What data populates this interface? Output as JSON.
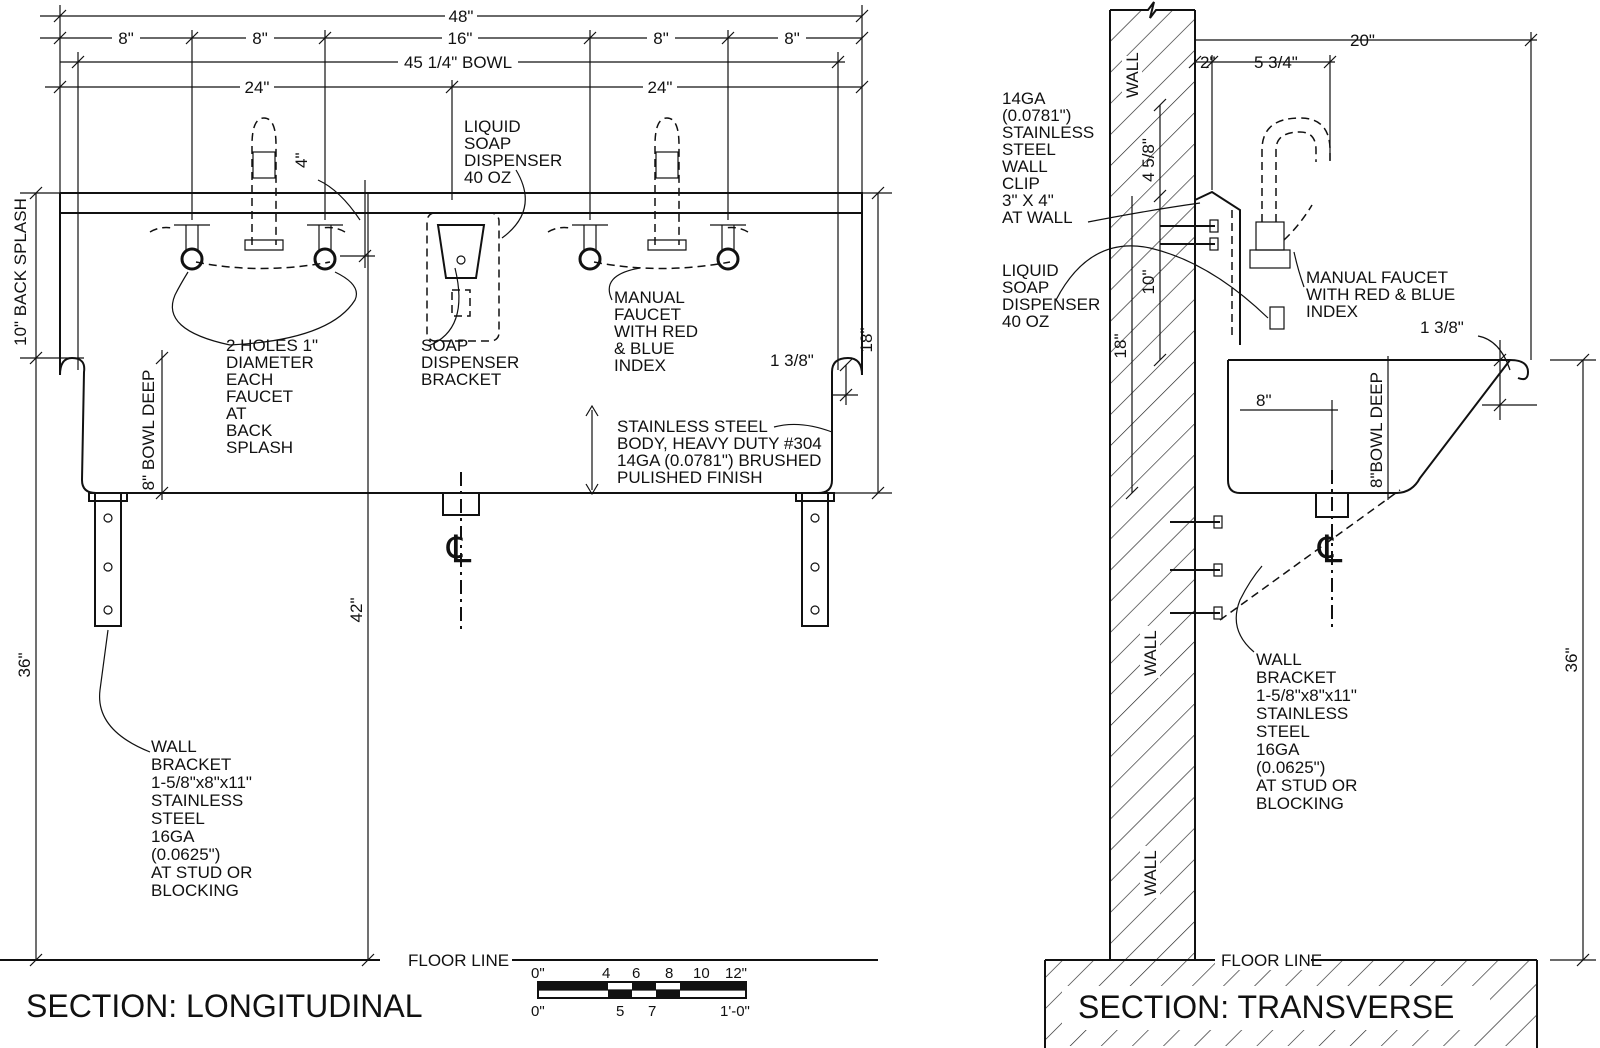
{
  "longitudinal": {
    "title": "SECTION: LONGITUDINAL",
    "dims": {
      "overall": "48\"",
      "seg1": "8\"",
      "seg2": "8\"",
      "seg_center": "16\"",
      "seg3": "8\"",
      "seg4": "8\"",
      "bowl": "45 1/4\" BOWL",
      "half_left": "24\"",
      "half_right": "24\"",
      "back_splash": "10\" BACK SPLASH",
      "faucet_offset": "4\"",
      "bowl_deep": "8\" BOWL DEEP",
      "right_height": "18\"",
      "rim": "1 3/8\"",
      "height_42": "42\"",
      "height_36": "36\""
    },
    "notes": {
      "soap": [
        "LIQUID",
        "SOAP",
        "DISPENSER",
        "40 OZ"
      ],
      "holes": [
        "2 HOLES 1\"",
        "DIAMETER",
        "EACH",
        "FAUCET",
        "AT",
        "BACK",
        "SPLASH"
      ],
      "soap_bracket": [
        "SOAP",
        "DISPENSER",
        "BRACKET"
      ],
      "faucet": [
        "MANUAL",
        "FAUCET",
        "WITH RED",
        "& BLUE",
        "INDEX"
      ],
      "body": [
        "STAINLESS STEEL",
        "BODY, HEAVY DUTY #304",
        "14GA (0.0781\") BRUSHED",
        "PULISHED FINISH"
      ],
      "bracket": [
        "WALL",
        "BRACKET",
        "1-5/8\"x8\"x11\"",
        "STAINLESS",
        "STEEL",
        "16GA",
        "(0.0625\")",
        "AT STUD OR",
        "BLOCKING"
      ]
    },
    "floor_line": "FLOOR LINE",
    "scale": {
      "top_labels": [
        "0\"",
        "4",
        "6",
        "8",
        "10",
        "12\""
      ],
      "bottom_labels": [
        "0\"",
        "5",
        "7",
        "1'-0\""
      ]
    }
  },
  "transverse": {
    "title": "SECTION: TRANSVERSE",
    "wall_labels": [
      "WALL",
      "WALL",
      "WALL"
    ],
    "dims": {
      "depth": "20\"",
      "wall_gap": "2\"",
      "faucet_reach": "5 3/4\"",
      "clip_height": "4 5/8\"",
      "ten": "10\"",
      "eighteen": "18\"",
      "rim": "1 3/8\"",
      "eight": "8\"",
      "bowl_deep": "8\"BOWL DEEP",
      "height_36": "36\""
    },
    "notes": {
      "clip": [
        "14GA",
        "(0.0781\")",
        "STAINLESS",
        "STEEL",
        "WALL",
        "CLIP",
        "3\" X 4\"",
        "AT WALL"
      ],
      "soap": [
        "LIQUID",
        "SOAP",
        "DISPENSER",
        "40 OZ"
      ],
      "faucet": [
        "MANUAL FAUCET",
        "WITH RED & BLUE",
        "INDEX"
      ],
      "bracket": [
        "WALL",
        "BRACKET",
        "1-5/8\"x8\"x11\"",
        "STAINLESS",
        "STEEL",
        "16GA",
        "(0.0625\")",
        "AT STUD OR",
        "BLOCKING"
      ]
    },
    "floor_line": "FLOOR LINE"
  }
}
